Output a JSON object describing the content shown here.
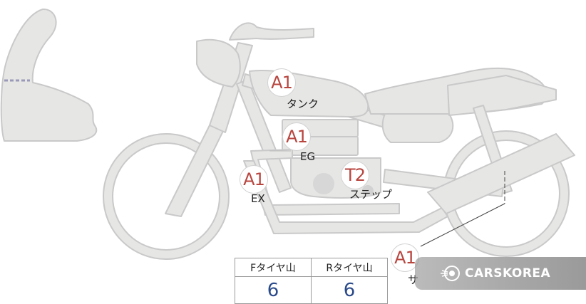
{
  "labels": {
    "tank": {
      "code": "A1",
      "text": "タンク"
    },
    "engine": {
      "code": "A1",
      "text": "EG"
    },
    "exhaust": {
      "code": "A1",
      "text": "EX"
    },
    "step": {
      "code": "T2",
      "text": "ステップ"
    },
    "rear": {
      "code": "A1",
      "text": "サ"
    }
  },
  "tire_table": {
    "front_header": "Fタイヤ山",
    "rear_header": "Rタイヤ山",
    "front_value": "6",
    "rear_value": "6"
  },
  "watermark": {
    "text": "CARSKOREA",
    "icon": "carskorea-logo-icon"
  },
  "colors": {
    "part_fill": "#e6e6e5",
    "part_stroke": "#c9c9c9",
    "badge_text": "#b8463f",
    "value_text": "#2b4a8a"
  }
}
